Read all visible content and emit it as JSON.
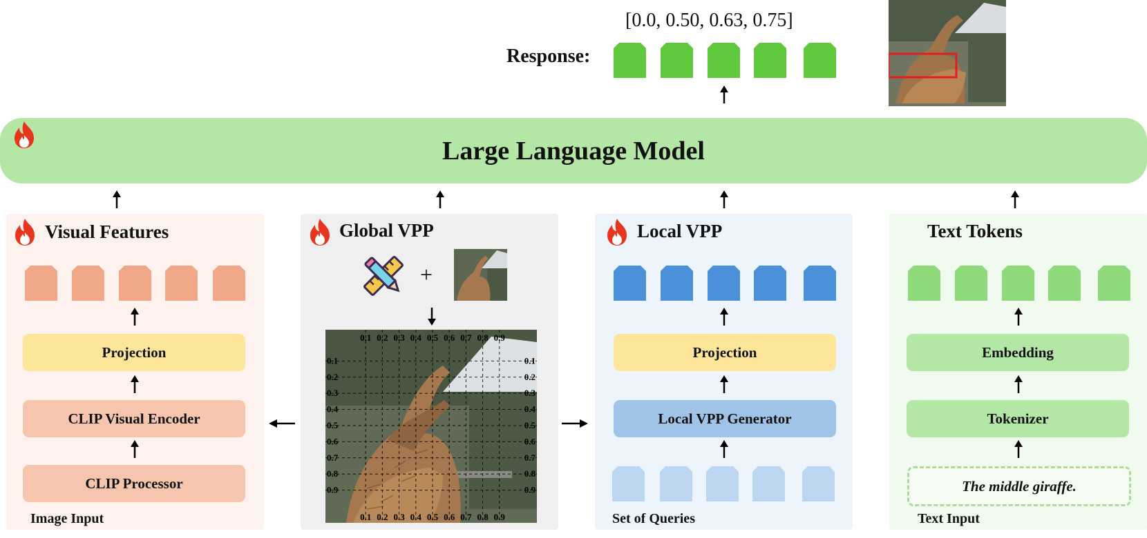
{
  "response": {
    "label": "Response:",
    "values": "[0.0, 0.50, 0.63, 0.75]",
    "token_color": "#5fc83c"
  },
  "llm": {
    "title": "Large Language Model",
    "color": "#b4e6a5"
  },
  "grid_ticks": [
    "0.1",
    "0.2",
    "0.3",
    "0.4",
    "0.5",
    "0.6",
    "0.7",
    "0.8",
    "0.9"
  ],
  "visual_features": {
    "title": "Visual Features",
    "bg": "#fdf2ee",
    "token_color": "#f0a888",
    "projection": "Projection",
    "encoder": "CLIP Visual Encoder",
    "processor": "CLIP Processor",
    "caption": "Image Input"
  },
  "global_vpp": {
    "title": "Global VPP",
    "bg": "#efefef",
    "plus": "+"
  },
  "local_vpp": {
    "title": "Local VPP",
    "bg": "#eef4fb",
    "token_color": "#4a90d9",
    "query_color": "#bcd6f2",
    "projection": "Projection",
    "generator": "Local VPP Generator",
    "caption": "Set of Queries"
  },
  "text_tokens": {
    "title": "Text Tokens",
    "bg": "#f1faee",
    "token_color": "#8ed97a",
    "embedding": "Embedding",
    "tokenizer": "Tokenizer",
    "input_text": "The middle giraffe.",
    "caption": "Text Input"
  }
}
